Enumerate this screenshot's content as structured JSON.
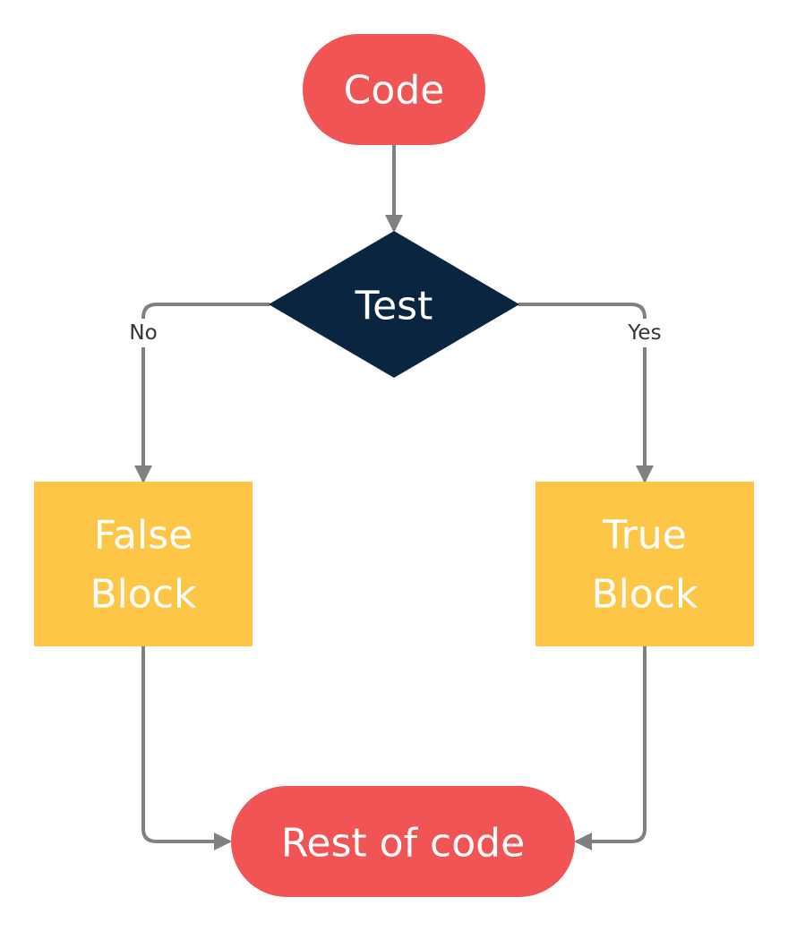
{
  "colors": {
    "terminal": "#f05454",
    "decision": "#0a2540",
    "process": "#fdc646",
    "connector": "#808080",
    "text": "#ffffff",
    "edge_label": "#333333"
  },
  "nodes": {
    "start": {
      "label": "Code",
      "shape": "terminal"
    },
    "test": {
      "label": "Test",
      "shape": "decision"
    },
    "false_block": {
      "line1": "False",
      "line2": "Block",
      "shape": "process"
    },
    "true_block": {
      "line1": "True",
      "line2": "Block",
      "shape": "process"
    },
    "end": {
      "label": "Rest of code",
      "shape": "terminal"
    }
  },
  "edges": {
    "no_label": "No",
    "yes_label": "Yes"
  }
}
